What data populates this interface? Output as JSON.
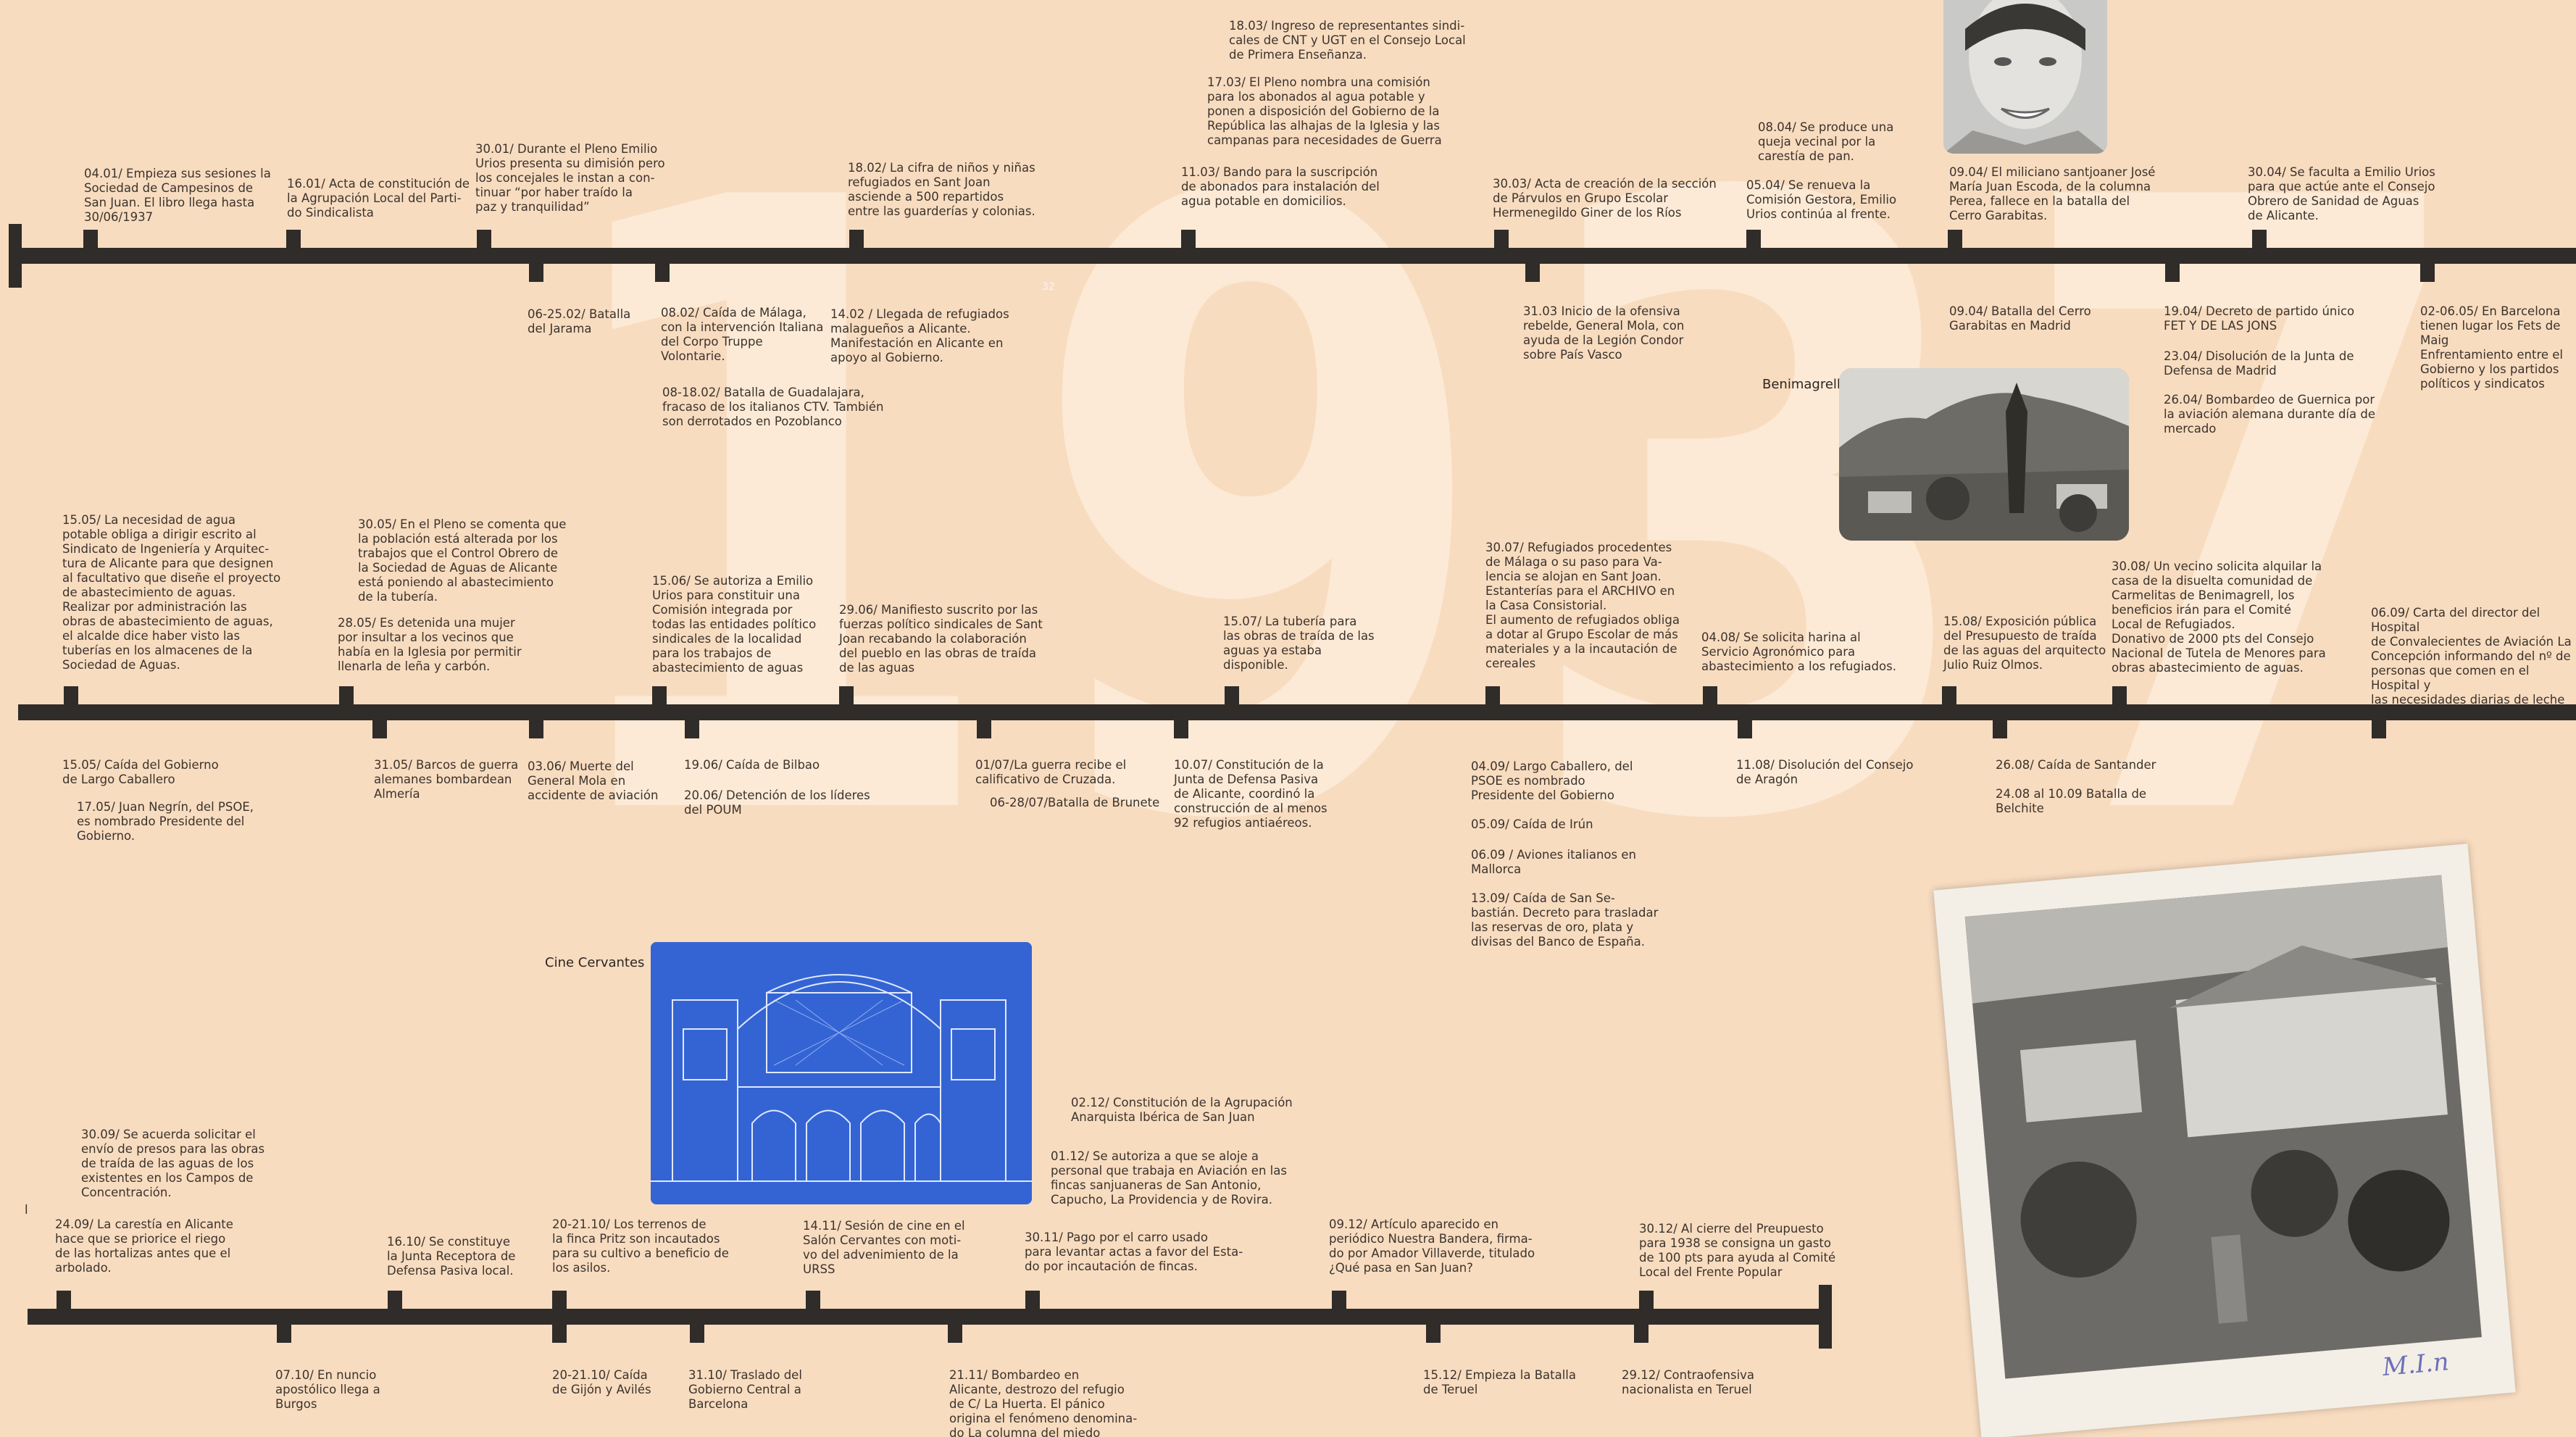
{
  "year": "1937",
  "photo_labels": {
    "benimagrell": "Benimagrell",
    "cine": "Cine Cervantes"
  },
  "stray_mark": "l",
  "axis_glyph": "32",
  "signature": "M.I.n",
  "notes": {
    "r1": [
      "04.01/ Empieza sus sesiones la\nSociedad de Campesinos de\nSan Juan. El libro llega hasta\n30/06/1937",
      "16.01/ Acta de constitución de\nla Agrupación Local del Parti-\ndo Sindicalista",
      "30.01/ Durante el Pleno Emilio\nUrios presenta su dimisión pero\nlos concejales le instan a con-\ntinuar “por haber traído la\npaz y tranquilidad”",
      "18.02/ La cifra de niños y niñas\nrefugiados en Sant Joan\nasciende a 500 repartidos\nentre las guarderías y colonias.",
      "18.03/ Ingreso de representantes sindi-\ncales de CNT y UGT en el Consejo Local\nde Primera Enseñanza.",
      "17.03/ El Pleno nombra una comisión\npara los abonados al agua potable y\nponen a disposición del Gobierno de la\nRepública las alhajas de la Iglesia y las\ncampanas para necesidades de Guerra",
      "11.03/ Bando para la suscripción\nde abonados para instalación del\nagua potable en domicilios.",
      "30.03/ Acta de creación de la sección\nde Párvulos en Grupo Escolar\nHermenegildo Giner de los Ríos",
      "08.04/ Se produce una\nqueja vecinal por la\ncarestía de pan.",
      "05.04/ Se renueva la\nComisión Gestora, Emilio\nUrios continúa al frente.",
      "09.04/ El miliciano santjoaner José\nMaría Juan Escoda, de la columna\nPerea, fallece en la batalla del\nCerro Garabitas.",
      "30.04/ Se faculta a Emilio Urios\npara que actúe ante el Consejo\nObrero de Sanidad de Aguas\nde Alicante."
    ],
    "r1b": [
      "06-25.02/ Batalla\ndel Jarama",
      "08.02/ Caída de Málaga,\ncon la intervención Italiana\ndel Corpo Truppe\nVolontarie.",
      "08-18.02/ Batalla de Guadalajara,\nfracaso de los italianos CTV. También\nson derrotados en Pozoblanco",
      "14.02 / Llegada de refugiados\nmalagueños a Alicante.\nManifestación en Alicante en\napoyo al Gobierno.",
      "31.03 Inicio de la ofensiva\nrebelde, General Mola, con\nayuda de la Legión Condor\nsobre País Vasco",
      "09.04/ Batalla del Cerro\nGarabitas en Madrid",
      "19.04/ Decreto de partido único\nFET Y DE LAS JONS",
      "23.04/ Disolución de la Junta de\nDefensa de Madrid",
      "26.04/ Bombardeo de Guernica por\nla aviación alemana durante día de\nmercado",
      "02-06.05/ En Barcelona\ntienen lugar los Fets de Maig\nEnfrentamiento entre el\nGobierno y los partidos\npolíticos y sindicatos"
    ],
    "r2": [
      "15.05/ La necesidad de agua\npotable obliga a dirigir escrito al\nSindicato de Ingeniería y Arquitec-\ntura de Alicante para que designen\nal facultativo que diseñe el proyecto\nde abastecimiento de aguas.\nRealizar por administración las\nobras de abastecimiento de aguas,\nel alcalde dice haber visto las\ntuberías en los almacenes de la\nSociedad de Aguas.",
      "30.05/ En el Pleno se comenta que\nla población está alterada por los\ntrabajos que el Control Obrero de\nla Sociedad de Aguas de Alicante\nestá poniendo al abastecimiento\nde la tubería.",
      "28.05/ Es detenida una mujer\npor insultar a los vecinos que\nhabía en la Iglesia por permitir\nllenarla de leña y carbón.",
      "15.06/ Se autoriza a Emilio\nUrios para constituir una\nComisión integrada por\ntodas las entidades político\nsindicales de la localidad\npara los trabajos de\nabastecimiento de aguas",
      "29.06/ Manifiesto suscrito por las\nfuerzas político sindicales de Sant\nJoan recabando la colaboración\ndel pueblo en las obras de traída\nde las aguas",
      "15.07/ La tubería para\nlas obras de traída de las\naguas ya estaba\ndisponible.",
      "30.07/ Refugiados procedentes\nde Málaga o su paso para Va-\nlencia se alojan en Sant Joan.\nEstanterías para el ARCHIVO en\nla Casa Consistorial.\nEl aumento de refugiados obliga\na dotar al Grupo Escolar de más\nmateriales y a la incautación de\ncereales",
      "04.08/ Se solicita harina al\nServicio Agronómico para\nabastecimiento a los refugiados.",
      "15.08/ Exposición pública\ndel Presupuesto de traída\nde las aguas del arquitecto\nJulio Ruiz Olmos.",
      "30.08/ Un vecino solicita alquilar la\ncasa de la disuelta comunidad de\nCarmelitas de Benimagrell, los\nbeneficios irán para el Comité\nLocal de Refugiados.\nDonativo de 2000 pts del Consejo\nNacional de Tutela de Menores para\nobras abastecimiento de aguas.",
      "06.09/ Carta del director del Hospital\nde Convalecientes de Aviación La\nConcepción informando del nº de\npersonas que comen en el Hospital y\nlas necesidades diarias de leche"
    ],
    "r2b": [
      "15.05/ Caída del Gobierno\nde Largo Caballero",
      "17.05/ Juan Negrín, del PSOE,\nes nombrado Presidente del\nGobierno.",
      "31.05/ Barcos de guerra\nalemanes bombardean\nAlmería",
      "03.06/ Muerte del\nGeneral Mola en\naccidente de aviación",
      "19.06/ Caída de Bilbao",
      "20.06/ Detención de los líderes\ndel POUM",
      "01/07/La guerra recibe el\ncalificativo de Cruzada.",
      "06-28/07/Batalla de Brunete",
      "10.07/ Constitución de la\nJunta de Defensa Pasiva\nde Alicante, coordinó la\nconstrucción de al menos\n92 refugios antiaéreos.",
      "04.09/ Largo Caballero, del\nPSOE es nombrado\nPresidente del Gobierno",
      "05.09/ Caída de Irún",
      "06.09 / Aviones italianos en\nMallorca",
      "13.09/ Caída de San Se-\nbastián. Decreto para trasladar\nlas reservas de oro, plata y\ndivisas del Banco de España.",
      "11.08/ Disolución del Consejo\nde Aragón",
      "26.08/ Caída de Santander",
      "24.08 al 10.09 Batalla de\nBelchite"
    ],
    "r3": [
      "30.09/ Se acuerda solicitar el\nenvío de presos para las obras\nde traída de las aguas de los\nexistentes en los Campos de\nConcentración.",
      "24.09/ La carestía en Alicante\nhace que se priorice el riego\nde las hortalizas antes que el\narbolado.",
      "16.10/ Se constituye\nla Junta Receptora de\nDefensa Pasiva local.",
      "20-21.10/ Los terrenos de\nla finca Pritz son incautados\npara su cultivo a beneficio de\nlos asilos.",
      "14.11/ Sesión de cine en el\nSalón Cervantes con moti-\nvo del advenimiento de la\nURSS",
      "02.12/ Constitución de la Agrupación\nAnarquista Ibérica de San Juan",
      "01.12/ Se autoriza a que se aloje a\npersonal que trabaja en Aviación en las\nfincas sanjuaneras de San Antonio,\nCapucho, La Providencia y de Rovira.",
      "30.11/ Pago por el carro usado\npara levantar actas a favor del Esta-\ndo por incautación de fincas.",
      "09.12/ Artículo aparecido en\nperiódico Nuestra Bandera, firma-\ndo por Amador Villaverde, titulado\n¿Qué pasa en San Juan?",
      "30.12/ Al cierre del Preupuesto\npara 1938 se consigna un gasto\nde 100 pts para ayuda al Comité\nLocal del Frente Popular"
    ],
    "r3b": [
      "07.10/ En nuncio\napostólico llega a\nBurgos",
      "20-21.10/ Caída\nde Gijón y Avilés",
      "31.10/ Traslado del\nGobierno Central a\nBarcelona",
      "21.11/ Bombardeo en\nAlicante, destrozo del refugio\nde C/ La Huerta. El pánico\norigina el fenómeno denomina-\ndo La columna del miedo",
      "15.12/ Empieza la Batalla\nde Teruel",
      "29.12/ Contraofensiva\nnacionalista en Teruel"
    ]
  }
}
